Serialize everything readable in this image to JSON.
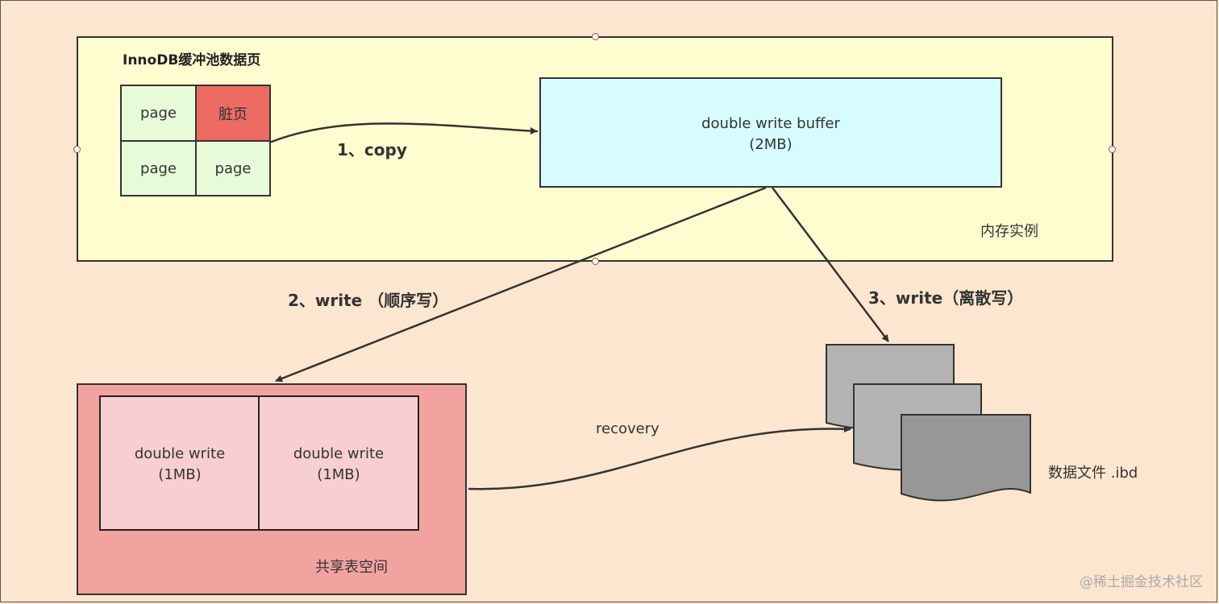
{
  "memory_instance": {
    "title": "InnoDB缓冲池数据页",
    "label": "内存实例",
    "pages": [
      "page",
      "脏页",
      "page",
      "page"
    ]
  },
  "double_write_buffer": {
    "label": "double write buffer",
    "size": "(2MB)"
  },
  "arrows": {
    "copy": "1、copy",
    "write_sequential": "2、write （顺序写）",
    "write_discrete": "3、write（离散写）",
    "recovery": "recovery"
  },
  "shared_tablespace": {
    "label": "共享表空间",
    "blocks": [
      {
        "label": "double write",
        "size": "(1MB)"
      },
      {
        "label": "double write",
        "size": "(1MB)"
      }
    ]
  },
  "data_files": {
    "label": "数据文件 .ibd"
  },
  "watermark": "@稀土掘金技术社区",
  "colors": {
    "background": "#fde6cf",
    "memory_fill": "#fffdd0",
    "page_fill": "#e8fbd9",
    "dirty_page_fill": "#ec6b62",
    "buffer_fill": "#d7fcff",
    "shared_fill": "#f2a3a0",
    "block_fill": "#f7cfd0",
    "file_fill": "#b3b3b3"
  }
}
